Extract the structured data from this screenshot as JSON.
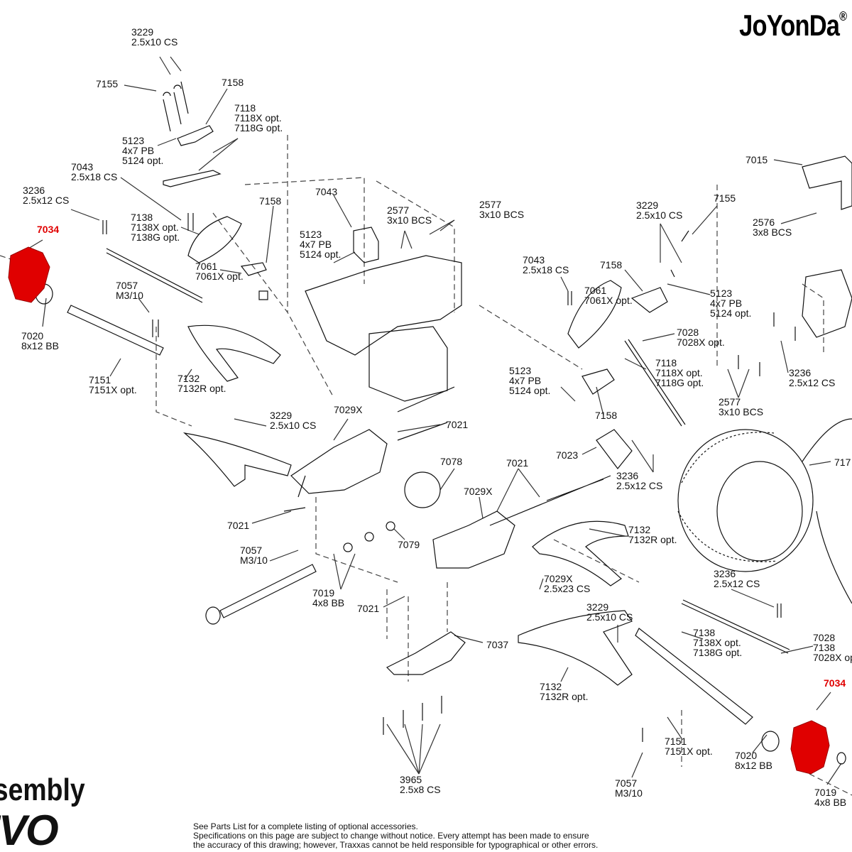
{
  "brand": {
    "name": "JoYonDa",
    "mark": "®"
  },
  "assembly_title": {
    "line1": "ssembly",
    "logo": "EVO"
  },
  "footnote": {
    "line1": "See Parts List for a complete listing of optional accessories.",
    "line2": "Specifications on this page are subject to change without notice.  Every attempt has been made to ensure",
    "line3": "the accuracy of this drawing; however, Traxxas cannot be held responsible for typographical or other errors."
  },
  "highlight_color": "#e00000",
  "labels": [
    {
      "id": "l1",
      "lines": [
        "3229",
        "2.5x10 CS"
      ]
    },
    {
      "id": "l2",
      "lines": [
        "7155"
      ]
    },
    {
      "id": "l3",
      "lines": [
        "7158"
      ]
    },
    {
      "id": "l4",
      "lines": [
        "7118",
        "7118X opt.",
        "7118G opt."
      ]
    },
    {
      "id": "l5",
      "lines": [
        "5123",
        "4x7 PB",
        "5124 opt."
      ]
    },
    {
      "id": "l6",
      "lines": [
        "7043",
        "2.5x18 CS"
      ]
    },
    {
      "id": "l7",
      "lines": [
        "3236",
        "2.5x12 CS"
      ]
    },
    {
      "id": "l8",
      "lines": [
        "7034"
      ],
      "red": true
    },
    {
      "id": "l9",
      "lines": [
        "7138",
        "7138X opt.",
        "7138G opt."
      ]
    },
    {
      "id": "l10",
      "lines": [
        "7158"
      ]
    },
    {
      "id": "l11",
      "lines": [
        "7043"
      ]
    },
    {
      "id": "l12",
      "lines": [
        "5123",
        "4x7 PB",
        "5124 opt."
      ]
    },
    {
      "id": "l13",
      "lines": [
        "2577",
        "3x10 BCS"
      ]
    },
    {
      "id": "l14",
      "lines": [
        "2577",
        "3x10 BCS"
      ]
    },
    {
      "id": "l15",
      "lines": [
        "7061",
        "7061X opt."
      ]
    },
    {
      "id": "l16",
      "lines": [
        "7057",
        "M3/10"
      ]
    },
    {
      "id": "l17",
      "lines": [
        "7020",
        "8x12 BB"
      ]
    },
    {
      "id": "l18",
      "lines": [
        "7151",
        "7151X opt."
      ]
    },
    {
      "id": "l19",
      "lines": [
        "7132",
        "7132R opt."
      ]
    },
    {
      "id": "l20",
      "lines": [
        "3229",
        "2.5x10 CS"
      ]
    },
    {
      "id": "l21",
      "lines": [
        "7029X"
      ]
    },
    {
      "id": "l22",
      "lines": [
        "7021"
      ]
    },
    {
      "id": "l23",
      "lines": [
        "7021"
      ]
    },
    {
      "id": "l24",
      "lines": [
        "7078"
      ]
    },
    {
      "id": "l25",
      "lines": [
        "7029X"
      ]
    },
    {
      "id": "l26",
      "lines": [
        "7021"
      ]
    },
    {
      "id": "l27",
      "lines": [
        "7057",
        "M3/10"
      ]
    },
    {
      "id": "l28",
      "lines": [
        "7019",
        "4x8 BB"
      ]
    },
    {
      "id": "l29",
      "lines": [
        "7079"
      ]
    },
    {
      "id": "l30",
      "lines": [
        "7021"
      ]
    },
    {
      "id": "l31",
      "lines": [
        "7037"
      ]
    },
    {
      "id": "l32",
      "lines": [
        "3965",
        "2.5x8 CS"
      ]
    },
    {
      "id": "l33",
      "lines": [
        "7015"
      ]
    },
    {
      "id": "l34",
      "lines": [
        "2576",
        "3x8 BCS"
      ]
    },
    {
      "id": "l35",
      "lines": [
        "7155"
      ]
    },
    {
      "id": "l36",
      "lines": [
        "3229",
        "2.5x10 CS"
      ]
    },
    {
      "id": "l37",
      "lines": [
        "7043",
        "2.5x18 CS"
      ]
    },
    {
      "id": "l38",
      "lines": [
        "7158"
      ]
    },
    {
      "id": "l39",
      "lines": [
        "7061",
        "7061X opt."
      ]
    },
    {
      "id": "l40",
      "lines": [
        "5123",
        "4x7 PB",
        "5124 opt."
      ]
    },
    {
      "id": "l41",
      "lines": [
        "7028",
        "7028X opt."
      ]
    },
    {
      "id": "l42",
      "lines": [
        "7118",
        "7118X opt.",
        "7118G opt."
      ]
    },
    {
      "id": "l43",
      "lines": [
        "5123",
        "4x7 PB",
        "5124 opt."
      ]
    },
    {
      "id": "l44",
      "lines": [
        "7158"
      ]
    },
    {
      "id": "l45",
      "lines": [
        "2577",
        "3x10 BCS"
      ]
    },
    {
      "id": "l46",
      "lines": [
        "3236",
        "2.5x12 CS"
      ]
    },
    {
      "id": "l47",
      "lines": [
        "7023"
      ]
    },
    {
      "id": "l48",
      "lines": [
        "3236",
        "2.5x12 CS"
      ]
    },
    {
      "id": "l49",
      "lines": [
        "717"
      ]
    },
    {
      "id": "l50",
      "lines": [
        "7132",
        "7132R opt."
      ]
    },
    {
      "id": "l51",
      "lines": [
        "7029X",
        "2.5x23 CS"
      ]
    },
    {
      "id": "l52",
      "lines": [
        "3236",
        "2.5x12 CS"
      ]
    },
    {
      "id": "l53",
      "lines": [
        "3229",
        "2.5x10 CS"
      ]
    },
    {
      "id": "l54",
      "lines": [
        "7138",
        "7138X opt.",
        "7138G opt."
      ]
    },
    {
      "id": "l55",
      "lines": [
        "7028",
        "7138",
        "7028X op"
      ]
    },
    {
      "id": "l56",
      "lines": [
        "7034"
      ],
      "red": true
    },
    {
      "id": "l57",
      "lines": [
        "7132",
        "7132R opt."
      ]
    },
    {
      "id": "l58",
      "lines": [
        "7151",
        "7151X opt."
      ]
    },
    {
      "id": "l59",
      "lines": [
        "7020",
        "8x12 BB"
      ]
    },
    {
      "id": "l60",
      "lines": [
        "7057",
        "M3/10"
      ]
    },
    {
      "id": "l61",
      "lines": [
        "7019",
        "4x8 BB"
      ]
    }
  ]
}
